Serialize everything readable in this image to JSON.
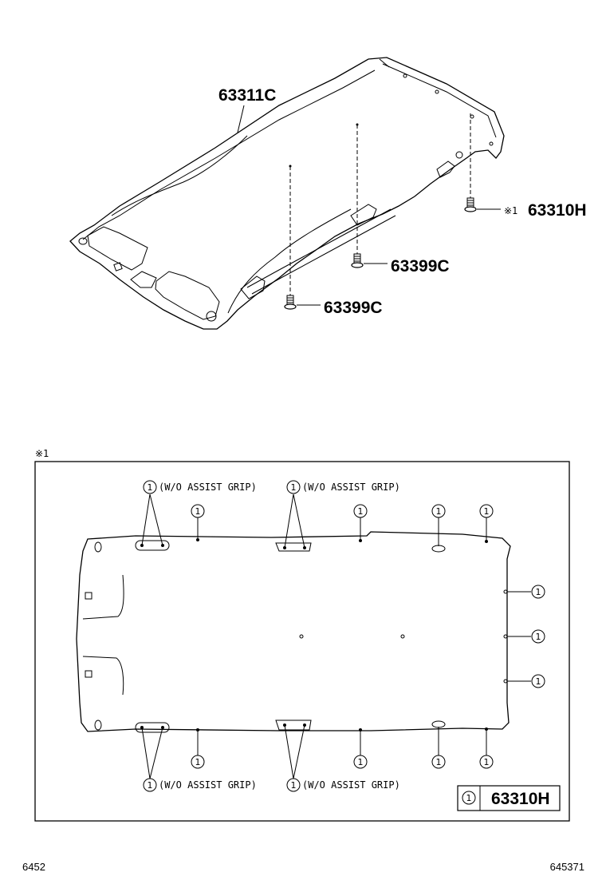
{
  "upper_diagram": {
    "headliner_label": "63311C",
    "clip_label": "63310H",
    "clip_marker": "※1",
    "screw_label_a": "63399C",
    "screw_label_b": "63399C"
  },
  "detail_view": {
    "marker": "※1",
    "callout_number": "1",
    "assist_grip_note": "(W/O ASSIST GRIP)",
    "legend_number": "1",
    "legend_part": "63310H"
  },
  "footer": {
    "left_code": "6452",
    "right_code": "645371"
  }
}
